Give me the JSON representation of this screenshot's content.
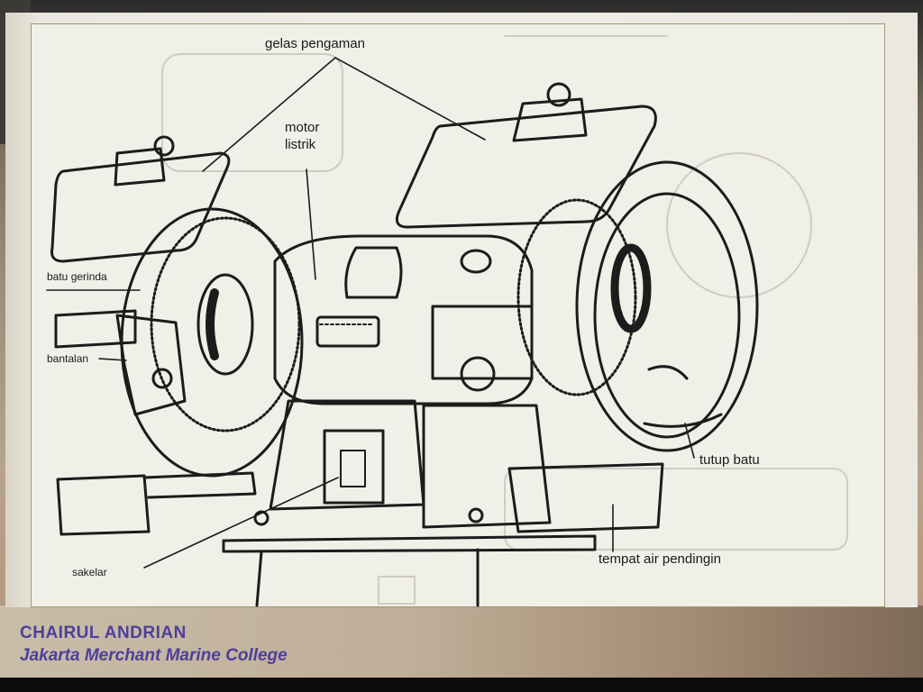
{
  "diagram": {
    "labels": {
      "gelas_pengaman": "gelas pengaman",
      "motor_listrik": "motor\nlistrik",
      "batu_gerinda": "batu gerinda",
      "bantalan": "bantalan",
      "tutup_batu": "tutup batu",
      "sakelar": "sakelar",
      "tempat_air_pendingin": "tempat air pendingin"
    }
  },
  "footer": {
    "author": "CHAIRUL ANDRIAN",
    "institution": "Jakarta Merchant Marine College"
  },
  "colors": {
    "footer_text": "#4e3f9a",
    "paper": "#f0efe8",
    "ink": "#1a1a1a"
  }
}
